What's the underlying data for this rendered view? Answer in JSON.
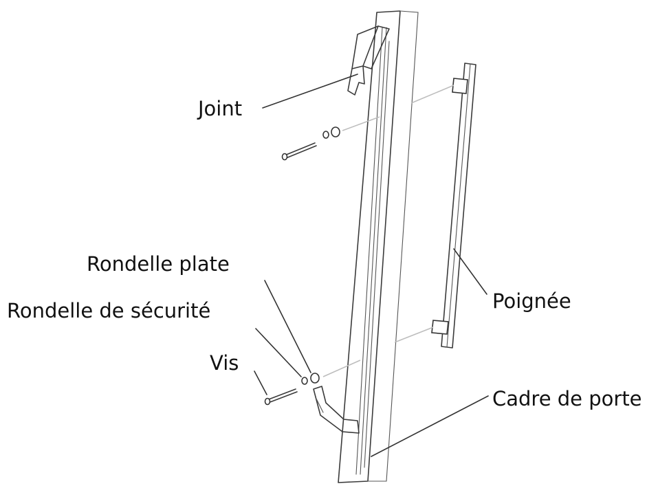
{
  "labels": {
    "joint": "Joint",
    "rondelle_plate": "Rondelle plate",
    "rondelle_securite": "Rondelle de sécurité",
    "vis": "Vis",
    "poignee": "Poignée",
    "cadre_de_porte": "Cadre de porte"
  },
  "colors": {
    "line": "#3a3a3a",
    "text": "#111111",
    "guide": "#bdbdbd"
  }
}
